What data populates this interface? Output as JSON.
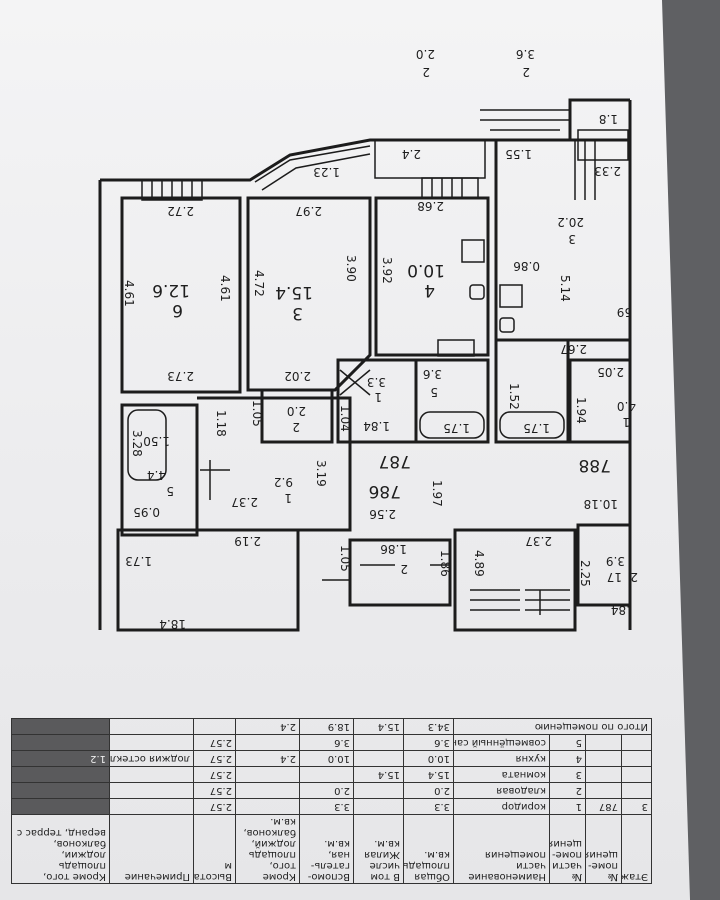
{
  "plan": {
    "apartments": [
      "787",
      "786",
      "788"
    ],
    "labels": [
      {
        "id": "t1",
        "text": "2.0"
      },
      {
        "id": "t2",
        "text": "2"
      },
      {
        "id": "t3",
        "text": "3.6"
      },
      {
        "id": "t4",
        "text": "2"
      },
      {
        "id": "t5",
        "text": "1.8"
      },
      {
        "id": "t6",
        "text": "1.23"
      },
      {
        "id": "t7",
        "text": "2.4"
      },
      {
        "id": "t8",
        "text": "1.55"
      },
      {
        "id": "t9",
        "text": "2.33"
      },
      {
        "id": "t10",
        "text": "2.72"
      },
      {
        "id": "t11",
        "text": "2.97"
      },
      {
        "id": "t12",
        "text": "2.68"
      },
      {
        "id": "t13",
        "text": "20.2"
      },
      {
        "id": "t14",
        "text": "3"
      },
      {
        "id": "t15",
        "text": "4.61"
      },
      {
        "id": "t16",
        "text": "12.6"
      },
      {
        "id": "t17",
        "text": "6"
      },
      {
        "id": "t18",
        "text": "4.61"
      },
      {
        "id": "t19",
        "text": "4.72"
      },
      {
        "id": "t20",
        "text": "15.4"
      },
      {
        "id": "t21",
        "text": "3"
      },
      {
        "id": "t22",
        "text": "3.90"
      },
      {
        "id": "t23",
        "text": "3.92"
      },
      {
        "id": "t24",
        "text": "10.0"
      },
      {
        "id": "t25",
        "text": "4"
      },
      {
        "id": "t26",
        "text": "0.86"
      },
      {
        "id": "t27",
        "text": "5.14"
      },
      {
        "id": "t28",
        "text": "59"
      },
      {
        "id": "t29",
        "text": "2.67"
      },
      {
        "id": "t30",
        "text": "2.73"
      },
      {
        "id": "t31",
        "text": "2.02"
      },
      {
        "id": "t32",
        "text": "3.3"
      },
      {
        "id": "t33",
        "text": "1"
      },
      {
        "id": "t34",
        "text": "3.6"
      },
      {
        "id": "t35",
        "text": "5"
      },
      {
        "id": "t36",
        "text": "1.52"
      },
      {
        "id": "t37",
        "text": "2.05"
      },
      {
        "id": "t38",
        "text": "1.18"
      },
      {
        "id": "t39",
        "text": "1.05"
      },
      {
        "id": "t40",
        "text": "2.0"
      },
      {
        "id": "t41",
        "text": "2"
      },
      {
        "id": "t42",
        "text": "1.04"
      },
      {
        "id": "t43",
        "text": "1.84"
      },
      {
        "id": "t44",
        "text": "1.75"
      },
      {
        "id": "t45",
        "text": "1.75"
      },
      {
        "id": "t46",
        "text": "1.94"
      },
      {
        "id": "t47",
        "text": "4.0"
      },
      {
        "id": "t48",
        "text": "1"
      },
      {
        "id": "t49",
        "text": "3.28"
      },
      {
        "id": "t50",
        "text": "1.50"
      },
      {
        "id": "t51",
        "text": "4.4"
      },
      {
        "id": "t52",
        "text": "5"
      },
      {
        "id": "t53",
        "text": "3.19"
      },
      {
        "id": "t54",
        "text": "9.2"
      },
      {
        "id": "t55",
        "text": "1"
      },
      {
        "id": "t56",
        "text": "1.97"
      },
      {
        "id": "t57",
        "text": "0.95"
      },
      {
        "id": "t58",
        "text": "2.37"
      },
      {
        "id": "t59",
        "text": "2.56"
      },
      {
        "id": "t60",
        "text": "10.18"
      },
      {
        "id": "t61",
        "text": "2.19"
      },
      {
        "id": "t62",
        "text": "1.73"
      },
      {
        "id": "t63",
        "text": "1.05"
      },
      {
        "id": "t64",
        "text": "1.86"
      },
      {
        "id": "t65",
        "text": "2"
      },
      {
        "id": "t66",
        "text": "1.86"
      },
      {
        "id": "t67",
        "text": "4.89"
      },
      {
        "id": "t68",
        "text": "2.37"
      },
      {
        "id": "t69",
        "text": "2.25"
      },
      {
        "id": "t70",
        "text": "3.9"
      },
      {
        "id": "t71",
        "text": "17"
      },
      {
        "id": "t72",
        "text": "18.4"
      },
      {
        "id": "t73",
        "text": ".84"
      },
      {
        "id": "t74",
        "text": "2"
      }
    ]
  },
  "table": {
    "headers": [
      "Этаж",
      "№ поме-щения",
      "№ части поме-щения",
      "Наименование части помещения",
      "Общая площадь, кв.м.",
      "В том числе Жилая кв.м.",
      "Вспомо-гатель-ная, кв.м.",
      "Кроме того, площадь лоджий, балконов, кв.м.",
      "Высота, м",
      "Примечание",
      "Кроме того, площадь лоджии, балконов, веранд, террас с"
    ],
    "rows": [
      {
        "floor": "3",
        "apt": "787",
        "part": "1",
        "name": "коридор",
        "total": "3.3",
        "living": "",
        "aux": "3.3",
        "balcony": "",
        "height": "2.57",
        "note": ""
      },
      {
        "floor": "",
        "apt": "",
        "part": "2",
        "name": "кладовая",
        "total": "2.0",
        "living": "",
        "aux": "2.0",
        "balcony": "",
        "height": "2.57",
        "note": ""
      },
      {
        "floor": "",
        "apt": "",
        "part": "3",
        "name": "комната",
        "total": "15.4",
        "living": "15.4",
        "aux": "",
        "balcony": "",
        "height": "2.57",
        "note": ""
      },
      {
        "floor": "",
        "apt": "",
        "part": "4",
        "name": "кухня",
        "total": "10.0",
        "living": "",
        "aux": "10.0",
        "balcony": "2.4",
        "height": "2.57",
        "note": "лоджия остеклённая",
        "extra": "1.2"
      },
      {
        "floor": "",
        "apt": "",
        "part": "5",
        "name": "совмещённый санузел",
        "total": "3.6",
        "living": "",
        "aux": "3.6",
        "balcony": "",
        "height": "2.57",
        "note": ""
      }
    ],
    "total": {
      "label": "Итого по помещению",
      "total": "34.3",
      "living": "15.4",
      "aux": "18.9",
      "balcony": "2.4"
    }
  }
}
